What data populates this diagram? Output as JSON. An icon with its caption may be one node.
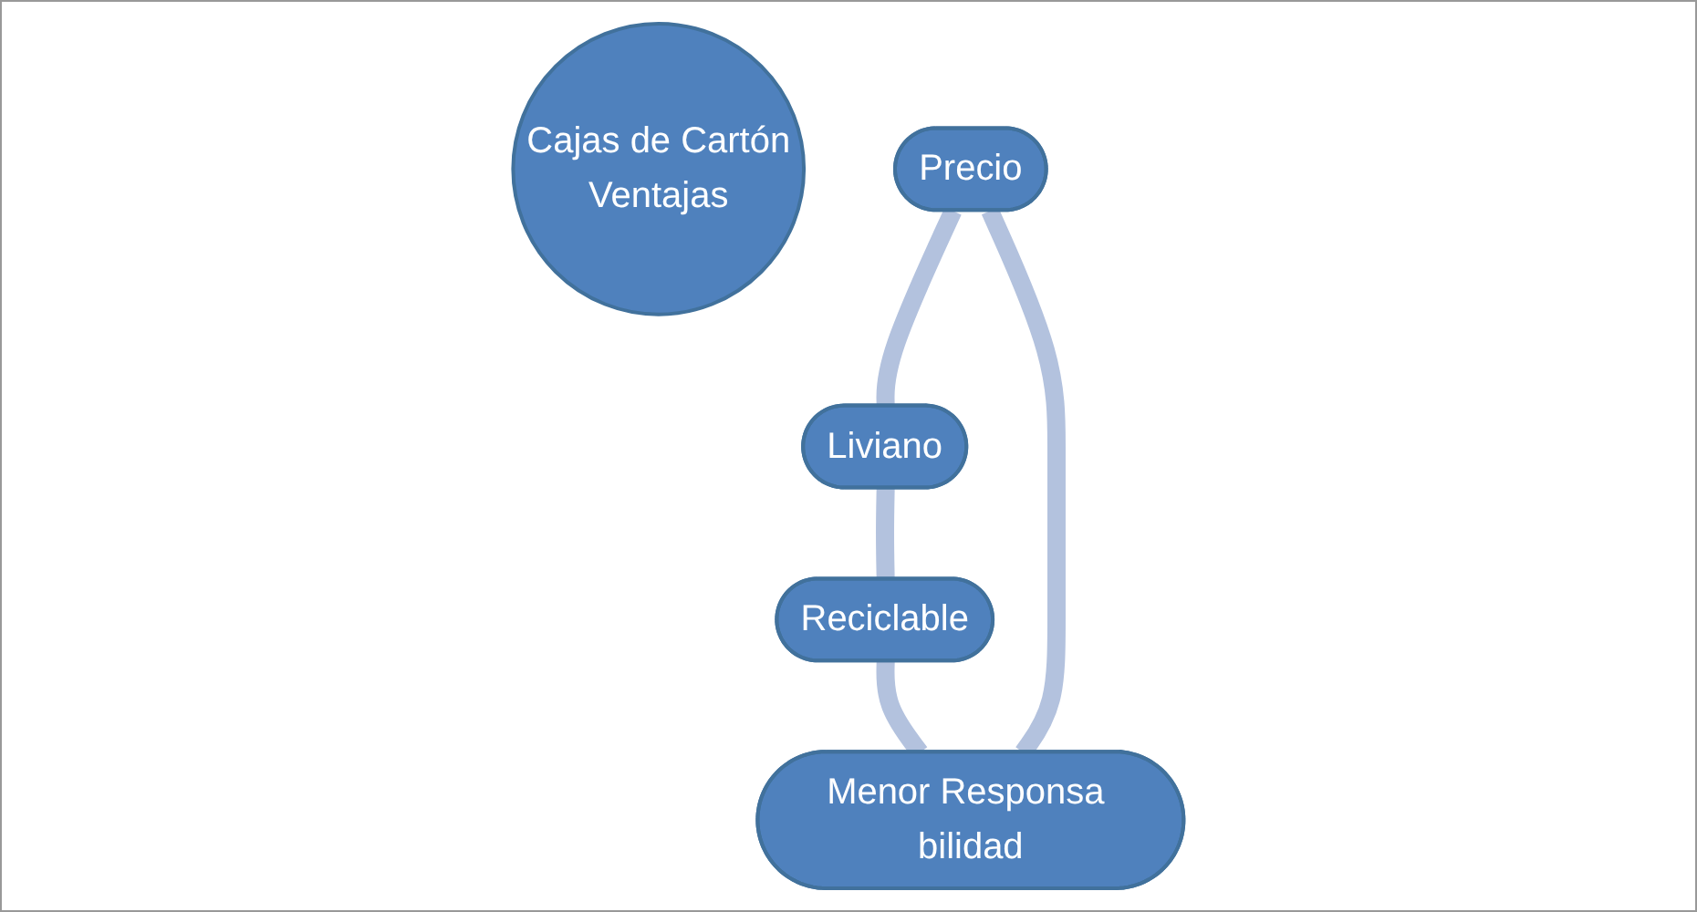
{
  "diagram": {
    "nodes": [
      {
        "text": [
          "Cajas de Cartón",
          "Ventajas"
        ]
      },
      {
        "text": [
          "Precio"
        ]
      },
      {
        "text": [
          "Liviano"
        ]
      },
      {
        "text": [
          "Reciclable"
        ]
      },
      {
        "text": [
          "Menor Responsa bilidad"
        ]
      }
    ],
    "edges": [
      {
        "from": 1,
        "to": 2,
        "arrow": "none"
      },
      {
        "from": 2,
        "to": 3,
        "arrow": "none"
      },
      {
        "from": 3,
        "to": 4,
        "arrow": "none"
      },
      {
        "from": 4,
        "to": 1,
        "arrow": "none"
      }
    ]
  }
}
